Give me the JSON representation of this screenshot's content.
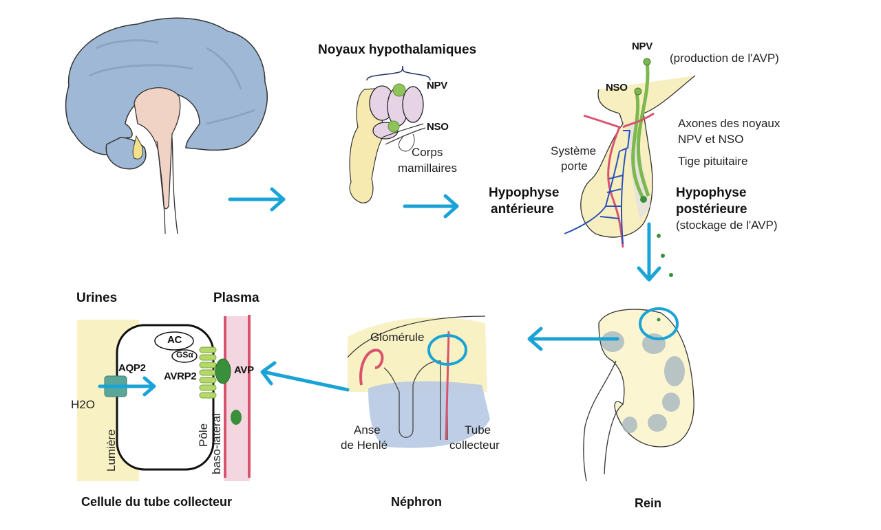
{
  "diagram": {
    "colors": {
      "arrow": "#1aa3d6",
      "brain": "#9fb8d6",
      "vessel_red": "#d9536e",
      "vessel_blue": "#2a52b8",
      "avp_green": "#3a8f3a",
      "receptor_green": "#b5d86a",
      "aquaporin": "#5aa79a",
      "yellow_fill": "#f7efb8",
      "pink_fill": "#f3d6e0"
    },
    "hypothalamus": {
      "title": "Noyaux hypothalamiques",
      "npv": "NPV",
      "nso": "NSO",
      "mammillary_line1": "Corps",
      "mammillary_line2": "mamillaires"
    },
    "pituitary": {
      "npv": "NPV",
      "nso": "NSO",
      "production": "(production de l'AVP)",
      "axons_line1": "Axones des noyaux",
      "axons_line2": "NPV et NSO",
      "stalk": "Tige pituitaire",
      "portal_line1": "Système",
      "portal_line2": "porte",
      "anterior_line1": "Hypophyse",
      "anterior_line2": "antérieure",
      "posterior_line1": "Hypophyse",
      "posterior_line2": "postérieure",
      "storage": "(stockage de l'AVP)"
    },
    "cell": {
      "urine": "Urines",
      "plasma": "Plasma",
      "ac": "AC",
      "gs": "GSα",
      "aqp2": "AQP2",
      "avrp2": "AVRP2",
      "avp": "AVP",
      "h2o": "H2O",
      "lumen": "Lumière",
      "pole_line1": "Pôle",
      "pole_line2": "baso-lateral",
      "caption": "Cellule du tube collecteur"
    },
    "nephron": {
      "glomerule": "Glomérule",
      "loop_line1": "Anse",
      "loop_line2": "de Henlé",
      "duct_line1": "Tube",
      "duct_line2": "collecteur",
      "caption": "Néphron"
    },
    "kidney": {
      "caption": "Rein"
    }
  }
}
